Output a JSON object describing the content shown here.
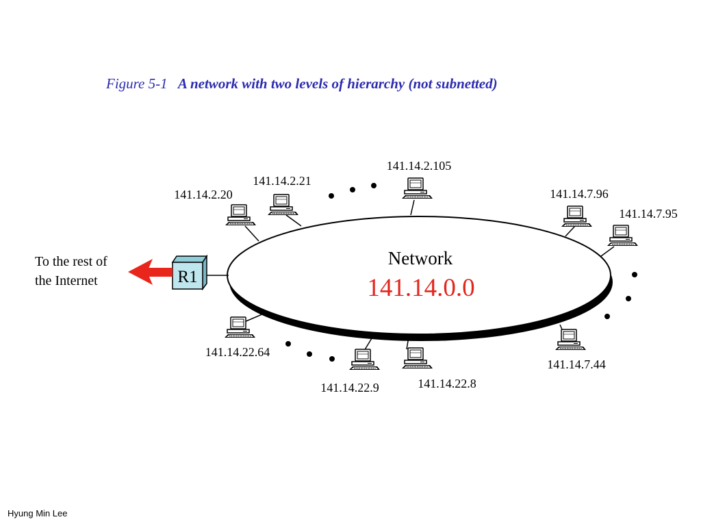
{
  "caption": {
    "figure_label": "Figure  5-1",
    "title": "A network with two levels of hierarchy (not subnetted)"
  },
  "network": {
    "label": "Network",
    "address": "141.14.0.0"
  },
  "router": {
    "label": "R1"
  },
  "internet_link": {
    "text_line1": "To the rest of",
    "text_line2": "the Internet"
  },
  "hosts": [
    "141.14.2.20",
    "141.14.2.21",
    "141.14.2.105",
    "141.14.7.96",
    "141.14.7.95",
    "141.14.7.44",
    "141.14.22.8",
    "141.14.22.9",
    "141.14.22.64"
  ],
  "colors": {
    "caption": "#2b2bb0",
    "network_address": "#e2261d",
    "arrow": "#e8261c",
    "router_fill": "#bfe6ee"
  },
  "footer": {
    "author": "Hyung Min Lee"
  }
}
